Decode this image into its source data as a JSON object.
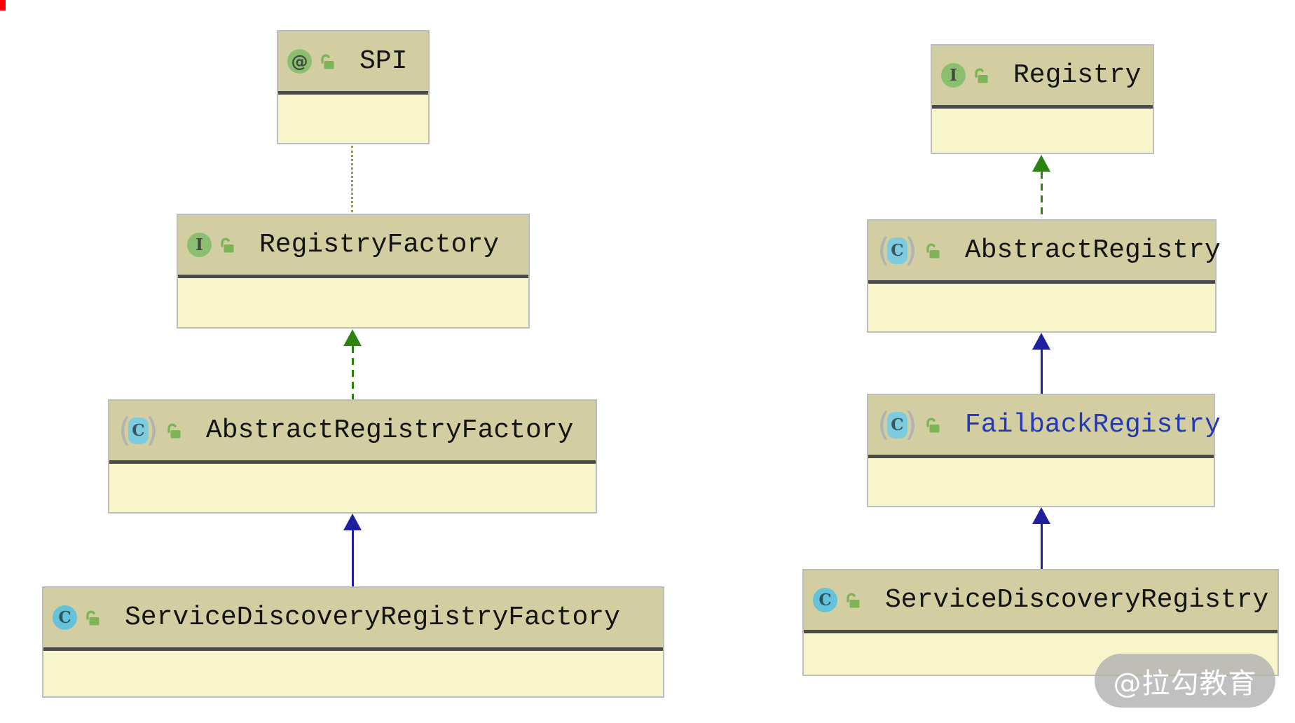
{
  "diagram": {
    "type": "uml-class-hierarchy",
    "colors": {
      "node_header_bg": "#d2cea2",
      "node_body_bg": "#f8f5cb",
      "node_divider": "#4a4a4a",
      "node_border": "#bdbdbd",
      "interface_icon_bg": "#8cbe70",
      "class_icon_bg": "#63c3db",
      "abstract_icon_bg": "#7ccbdf",
      "lock_icon": "#7cb456",
      "implements_arrow": "#2e8212",
      "extends_arrow": "#20209d",
      "annotation_link": "#9f9a2b",
      "highlighted_name": "#2339b8",
      "watermark_text": "#ffffff"
    },
    "icons": {
      "annotation_glyph": "@",
      "interface_glyph": "I",
      "class_glyph": "C",
      "paren_open": "(",
      "paren_close": ")"
    },
    "nodes": [
      {
        "id": "spi",
        "name": "SPI",
        "kind": "annotation",
        "visibility": "public"
      },
      {
        "id": "registry-factory",
        "name": "RegistryFactory",
        "kind": "interface",
        "visibility": "public"
      },
      {
        "id": "abstract-registry-factory",
        "name": "AbstractRegistryFactory",
        "kind": "abstract-class",
        "visibility": "public"
      },
      {
        "id": "service-discovery-registry-factory",
        "name": "ServiceDiscoveryRegistryFactory",
        "kind": "class",
        "visibility": "public"
      },
      {
        "id": "registry",
        "name": "Registry",
        "kind": "interface",
        "visibility": "public"
      },
      {
        "id": "abstract-registry",
        "name": "AbstractRegistry",
        "kind": "abstract-class",
        "visibility": "public"
      },
      {
        "id": "failback-registry",
        "name": "FailbackRegistry",
        "kind": "abstract-class",
        "visibility": "public",
        "name_color": "#2339b8"
      },
      {
        "id": "service-discovery-registry",
        "name": "ServiceDiscoveryRegistry",
        "kind": "class",
        "visibility": "public"
      }
    ],
    "edges": [
      {
        "from": "registry-factory",
        "to": "spi",
        "type": "annotation-dotted"
      },
      {
        "from": "abstract-registry-factory",
        "to": "registry-factory",
        "type": "implements-dashed"
      },
      {
        "from": "service-discovery-registry-factory",
        "to": "abstract-registry-factory",
        "type": "extends-solid"
      },
      {
        "from": "abstract-registry",
        "to": "registry",
        "type": "implements-dashed"
      },
      {
        "from": "failback-registry",
        "to": "abstract-registry",
        "type": "extends-solid"
      },
      {
        "from": "service-discovery-registry",
        "to": "failback-registry",
        "type": "extends-solid"
      }
    ],
    "watermark": {
      "text": "@拉勾教育"
    }
  }
}
